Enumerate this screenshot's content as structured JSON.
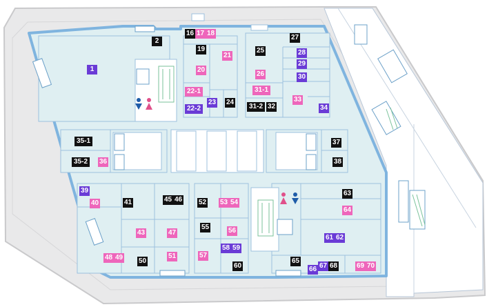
{
  "colors": {
    "ground": "#e9e9ea",
    "floor": "#dfeff2",
    "wall": "#7fb4df",
    "black_unit": "#111111",
    "pink_unit": "#ee66bb",
    "purple_unit": "#6a3bd6",
    "male": "#1e5ca8",
    "female": "#e0508a",
    "escalator": "#7ac29a"
  },
  "icons": [
    "male-restroom-icon",
    "female-restroom-icon",
    "escalator-icon",
    "staircase-icon"
  ],
  "units": {
    "u1": "1",
    "u2": "2",
    "u16": "16",
    "u17": "17",
    "u18": "18",
    "u19": "19",
    "u20": "20",
    "u21": "21",
    "u22_1": "22-1",
    "u22_2": "22-2",
    "u23": "23",
    "u24": "24",
    "u25": "25",
    "u26": "26",
    "u27": "27",
    "u28": "28",
    "u29": "29",
    "u30": "30",
    "u31_1": "31-1",
    "u31_2": "31-2",
    "u32": "32",
    "u33": "33",
    "u34": "34",
    "u35_1": "35-1",
    "u35_2": "35-2",
    "u36": "36",
    "u37": "37",
    "u38": "38",
    "u39": "39",
    "u40": "40",
    "u41": "41",
    "u43": "43",
    "u45": "45",
    "u46": "46",
    "u47": "47",
    "u48": "48",
    "u49": "49",
    "u50": "50",
    "u51": "51",
    "u52": "52",
    "u53": "53",
    "u54": "54",
    "u55": "55",
    "u56": "56",
    "u57": "57",
    "u58": "58",
    "u59": "59",
    "u60": "60",
    "u61": "61",
    "u62": "62",
    "u63": "63",
    "u64": "64",
    "u65": "65",
    "u66": "66",
    "u67": "67",
    "u68": "68",
    "u69": "69",
    "u70": "70"
  }
}
